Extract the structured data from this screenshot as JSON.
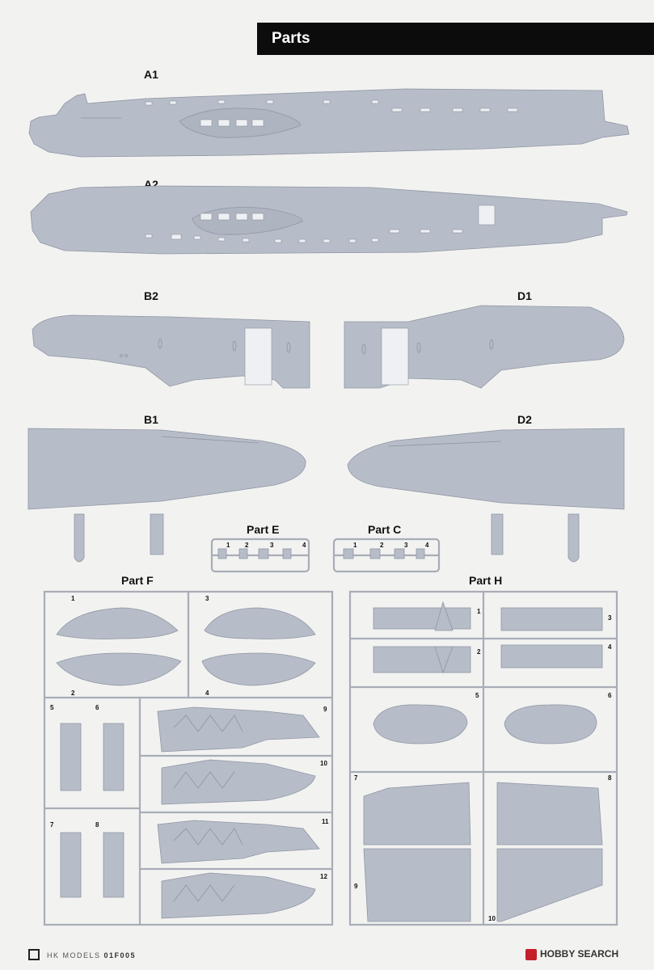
{
  "header": {
    "title": "Parts"
  },
  "parts": {
    "a1": "A1",
    "a2": "A2",
    "b2": "B2",
    "d1": "D1",
    "b1": "B1",
    "d2": "D2",
    "part_e": "Part E",
    "part_c": "Part C",
    "part_f": "Part F",
    "part_h": "Part H"
  },
  "sprue_e_numbers": [
    "1",
    "2",
    "3",
    "4"
  ],
  "sprue_c_numbers": [
    "1",
    "2",
    "3",
    "4"
  ],
  "sprue_f_numbers": [
    "1",
    "2",
    "3",
    "4",
    "5",
    "6",
    "7",
    "8",
    "9",
    "10",
    "11",
    "12"
  ],
  "sprue_h_numbers": [
    "1",
    "2",
    "3",
    "4",
    "5",
    "6",
    "7",
    "8",
    "9",
    "10"
  ],
  "footer": {
    "brand": "HK MODELS",
    "code": "01F005"
  },
  "watermark": {
    "text": "HOBBY SEARCH"
  },
  "colors": {
    "part_grey": "#b7bdc8",
    "header_black": "#0c0c0c",
    "watermark_red": "#c42029"
  }
}
